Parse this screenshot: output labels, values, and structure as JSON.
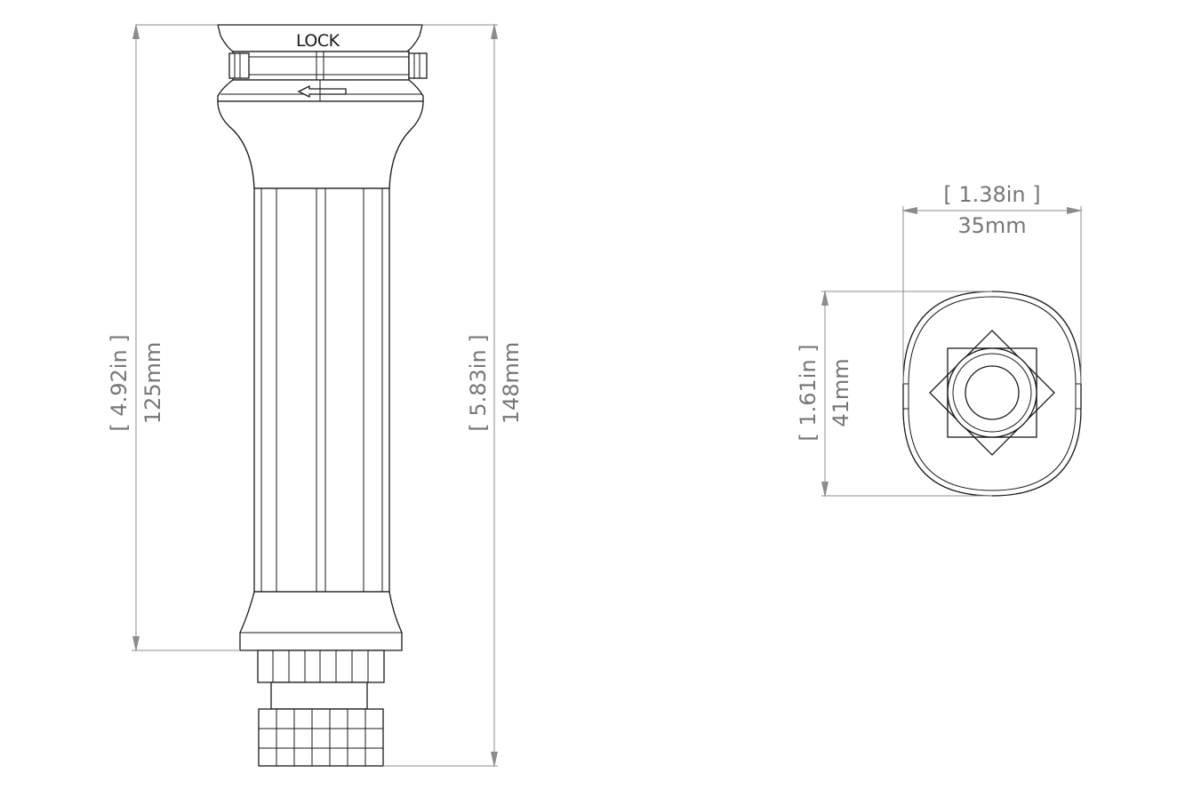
{
  "side_view": {
    "lock_label": "LOCK",
    "dim_body": {
      "inches": "4.92in",
      "mm": "125mm"
    },
    "dim_overall": {
      "inches": "5.83in",
      "mm": "148mm"
    }
  },
  "top_view": {
    "dim_width": {
      "inches": "1.38in",
      "mm": "35mm"
    },
    "dim_depth": {
      "inches": "1.61in",
      "mm": "41mm"
    }
  }
}
